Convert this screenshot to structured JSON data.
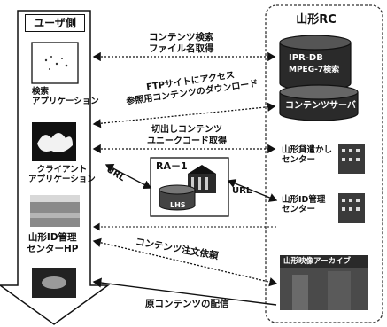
{
  "user_side": {
    "title": "ユーザ側",
    "search_app": "検索\nアプリケーション",
    "client_app": "クライアント\nアプリケーション",
    "center_hp": "山形ID管理\nセンターHP"
  },
  "rc_side": {
    "title": "山形RC",
    "db_line1": "IPR-DB",
    "db_line2": "MPEG-7検索",
    "content_server": "コンテンツサーバ",
    "rental_center": "山形貸遣かし\nセンター",
    "id_center": "山形ID管理\nセンター",
    "archive": "山形映像アーカイブ"
  },
  "ra": {
    "title": "RA－1",
    "db_label": "LHS"
  },
  "flows": {
    "search": "コンテンツ検索\nファイル名取得",
    "ftp": "FTPサイトにアクセス\n参照用コンテンツのダウンロード",
    "cut": "切出しコンテンツ\nユニークコード取得",
    "url_left": "URL",
    "url_right": "URL",
    "order": "コンテンツ注文依頼",
    "deliver": "原コンテンツの配信"
  }
}
